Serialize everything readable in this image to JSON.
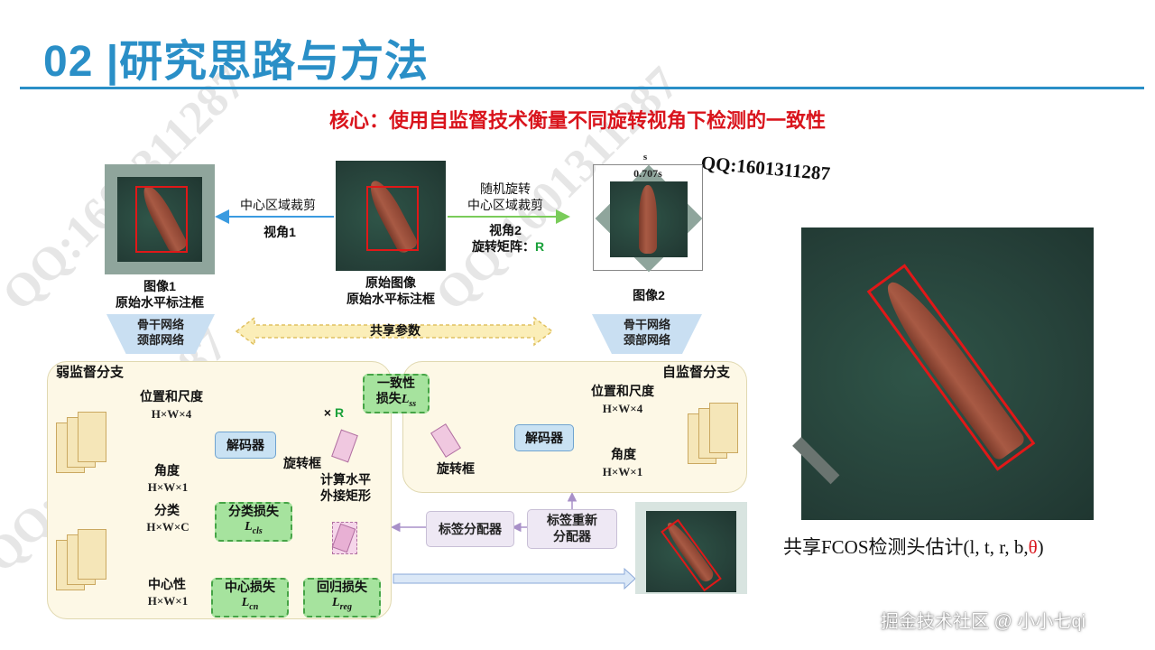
{
  "header": {
    "title": "02 |研究思路与方法",
    "subtitle": "核心：使用自监督技术衡量不同旋转视角下检测的一致性",
    "qq": "QQ:1601311287"
  },
  "top_row": {
    "image1_caption_line1": "图像1",
    "image1_caption_line2": "原始水平标注框",
    "crop1_label": "中心区域裁剪",
    "view1_label": "视角1",
    "orig_caption_line1": "原始图像",
    "orig_caption_line2": "原始水平标注框",
    "rotate_label_line1": "随机旋转",
    "rotate_label_line2": "中心区域裁剪",
    "view2_label": "视角2",
    "rot_matrix_label": "旋转矩阵：",
    "rot_matrix_symbol": "R",
    "s_label": "s",
    "s707_label": "0.707s",
    "image2_caption": "图像2",
    "backbone_left_line1": "骨干网络",
    "backbone_left_line2": "颈部网络",
    "backbone_right_line1": "骨干网络",
    "backbone_right_line2": "颈部网络",
    "shared_params": "共享参数"
  },
  "weak_branch": {
    "title": "弱监督分支",
    "pos_scale": "位置和尺度",
    "pos_scale_dim": "H×W×4",
    "angle": "角度",
    "angle_dim": "H×W×1",
    "cls": "分类",
    "cls_dim": "H×W×C",
    "centerness": "中心性",
    "centerness_dim": "H×W×1",
    "decoder": "解码器",
    "rot_box": "旋转框",
    "times_r": "×",
    "r_symbol": "R",
    "calc_line1": "计算水平",
    "calc_line2": "外接矩形",
    "cls_loss": "分类损失",
    "cls_loss_sym": "L",
    "cls_loss_sub": "cls",
    "cn_loss": "中心损失",
    "cn_loss_sym": "L",
    "cn_loss_sub": "cn",
    "reg_loss": "回归损失",
    "reg_loss_sym": "L",
    "reg_loss_sub": "reg"
  },
  "self_branch": {
    "title": "自监督分支",
    "pos_scale": "位置和尺度",
    "pos_scale_dim": "H×W×4",
    "angle": "角度",
    "angle_dim": "H×W×1",
    "decoder": "解码器",
    "rot_box": "旋转框",
    "consistency_line1": "一致性",
    "consistency_line2": "损失",
    "consistency_sym": "L",
    "consistency_sub": "ss"
  },
  "assign": {
    "label_assigner": "标签分配器",
    "reassign_line1": "标签重新",
    "reassign_line2": "分配器"
  },
  "right_panel": {
    "caption_prefix": "共享FCOS检测头估计(l, t, r, b,",
    "caption_theta": "θ",
    "caption_suffix": ")"
  },
  "footer": {
    "credit": "掘金技术社区 @ 小小七qi",
    "watermark": "QQ:1601311287"
  },
  "colors": {
    "title_blue": "#2a8fc7",
    "subtitle_red": "#d9141c",
    "arrow_blue": "#3a9be0",
    "arrow_green": "#7acc5a",
    "r_green": "#1aa13a",
    "box_red": "#e01818"
  }
}
